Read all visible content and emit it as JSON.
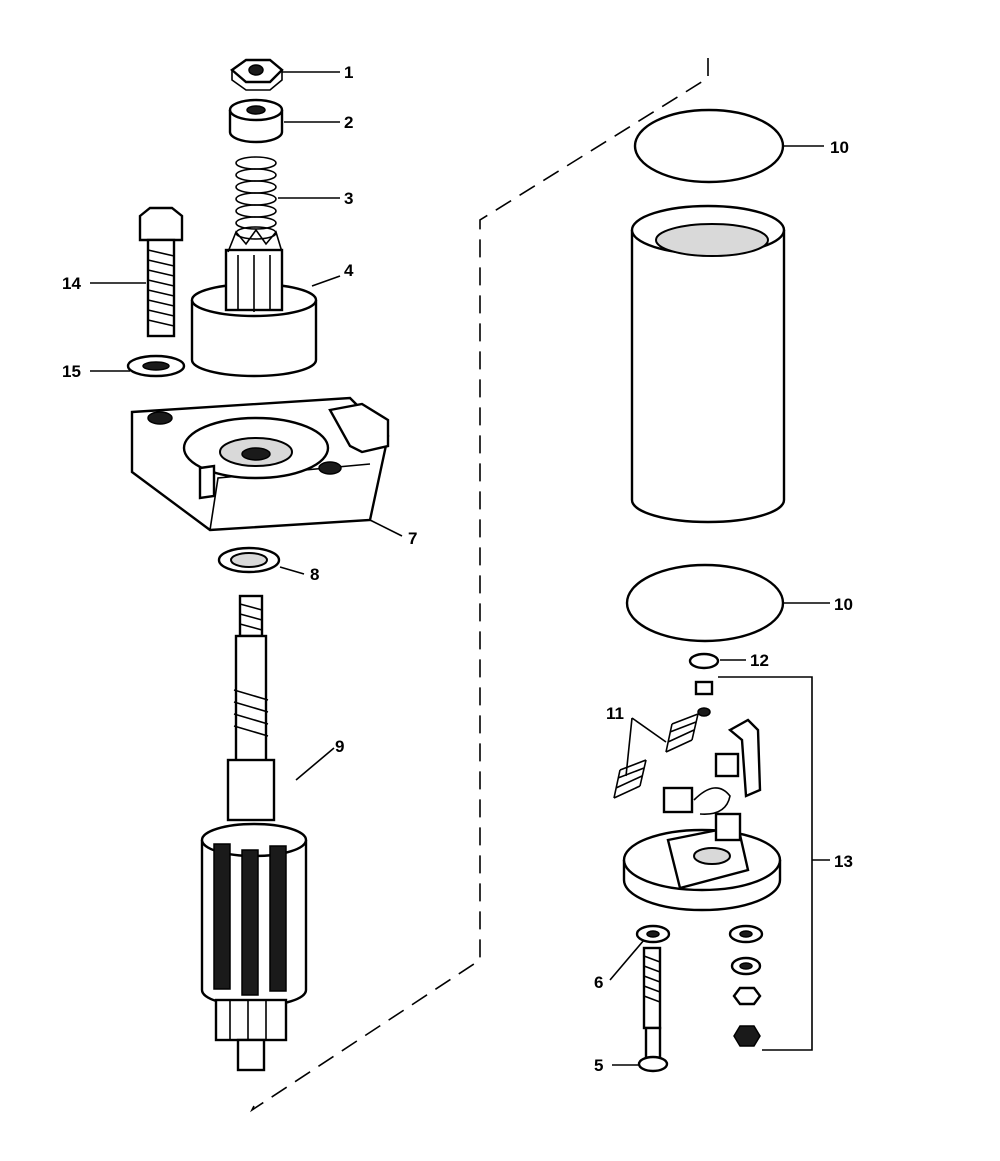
{
  "callouts": [
    {
      "id": "1",
      "text": "1"
    },
    {
      "id": "2",
      "text": "2"
    },
    {
      "id": "3",
      "text": "3"
    },
    {
      "id": "4",
      "text": "4"
    },
    {
      "id": "5",
      "text": "5"
    },
    {
      "id": "6",
      "text": "6"
    },
    {
      "id": "7",
      "text": "7"
    },
    {
      "id": "8",
      "text": "8"
    },
    {
      "id": "9",
      "text": "9"
    },
    {
      "id": "10a",
      "text": "10"
    },
    {
      "id": "10b",
      "text": "10"
    },
    {
      "id": "11",
      "text": "11"
    },
    {
      "id": "12",
      "text": "12"
    },
    {
      "id": "13",
      "text": "13"
    },
    {
      "id": "14",
      "text": "14"
    },
    {
      "id": "15",
      "text": "15"
    }
  ]
}
